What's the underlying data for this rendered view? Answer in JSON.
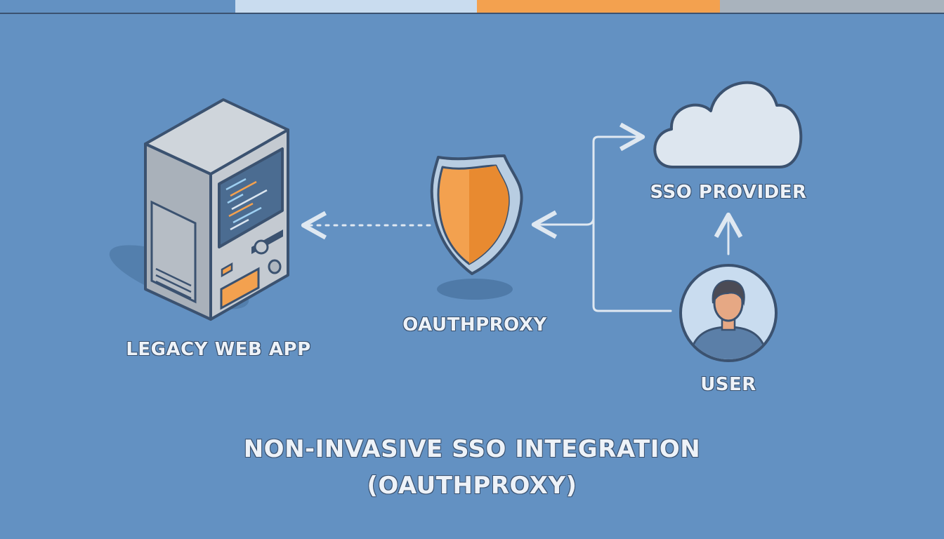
{
  "colors": {
    "background": "#6391c2",
    "outline": "#3b5270",
    "accent_orange": "#f3a14f",
    "label_text": "#edf2f8",
    "server_gray": "#c4cad1",
    "cloud_fill": "#dde6ef",
    "topbar": [
      "#6391c2",
      "#c9dcef",
      "#f3a14f",
      "#a9b3bd"
    ]
  },
  "nodes": {
    "legacy_app": {
      "label": "LEGACY WEB APP",
      "icon": "server-tower-icon"
    },
    "proxy": {
      "label": "OAUTHPROXY",
      "icon": "shield-icon"
    },
    "sso_provider": {
      "label": "SSO PROVIDER",
      "icon": "cloud-icon"
    },
    "user": {
      "label": "USER",
      "icon": "user-avatar-icon"
    }
  },
  "edges": [
    {
      "from": "proxy",
      "to": "legacy_app",
      "style": "dotted"
    },
    {
      "from": "user",
      "to": "sso_provider",
      "style": "solid"
    },
    {
      "from": "user",
      "to": "proxy",
      "style": "solid"
    },
    {
      "from": "user",
      "to": "sso_provider",
      "style": "solid-branch"
    }
  ],
  "caption": {
    "line1": "NON-INVASIVE SSO INTEGRATION",
    "line2": "(OAUTHPROXY)"
  }
}
